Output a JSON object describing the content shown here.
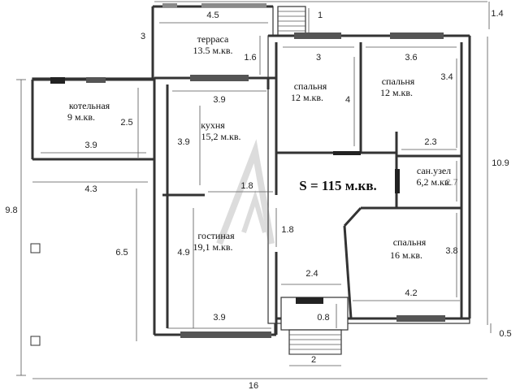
{
  "total_area": "S = 115 м.кв.",
  "rooms": {
    "terrace": {
      "name": "терраса",
      "area": "13.5 м.кв."
    },
    "boiler": {
      "name": "котельная",
      "area": "9 м.кв."
    },
    "kitchen": {
      "name": "кухня",
      "area": "15,2 м.кв."
    },
    "bedroom1": {
      "name": "спальня",
      "area": "12 м.кв."
    },
    "bedroom2": {
      "name": "спальня",
      "area": "12 м.кв."
    },
    "bathroom": {
      "name": "сан.узел",
      "area": "6,2 м.кв."
    },
    "living": {
      "name": "гостиная",
      "area": "19,1 м.кв."
    },
    "bedroom3": {
      "name": "спальня",
      "area": "16 м.кв."
    }
  },
  "dimensions": {
    "terrace_width": "4.5",
    "terrace_depth": "3",
    "terrace_side": "1.6",
    "porch_top": "1",
    "top_right": "1.4",
    "boiler_width": "3.9",
    "boiler_depth": "2.5",
    "boiler_outer": "4.3",
    "total_height": "9.8",
    "left_side": "6.5",
    "kitchen_width": "3.9",
    "kitchen_depth": "3.9",
    "kitchen_hall": "1.8",
    "living_depth": "4.9",
    "living_width": "3.9",
    "hall_height": "1.8",
    "hall_width": "2.4",
    "bed1_width": "3",
    "bed1_depth": "4",
    "bed2_width": "3.6",
    "bed2_depth": "3.4",
    "bath_width": "2.3",
    "bath_depth": "2.7",
    "right_side": "10.9",
    "bed3_depth": "3.8",
    "bed3_width": "4.2",
    "porch_depth": "0.8",
    "porch_width": "2",
    "bottom_right": "0.5",
    "total_width": "16"
  }
}
